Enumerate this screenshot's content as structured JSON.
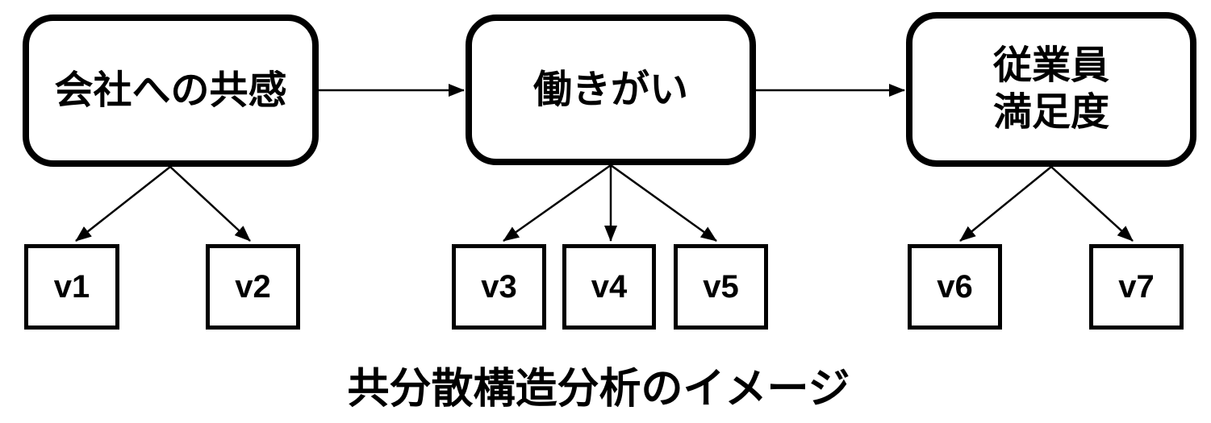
{
  "diagram": {
    "caption": "共分散構造分析のイメージ",
    "latent_nodes": [
      {
        "id": "company-empathy",
        "label": "会社への共感"
      },
      {
        "id": "work-motivation",
        "label": "働きがい"
      },
      {
        "id": "employee-satisfaction",
        "label": "従業員\n満足度"
      }
    ],
    "observed_nodes": [
      {
        "id": "v1",
        "label": "v1"
      },
      {
        "id": "v2",
        "label": "v2"
      },
      {
        "id": "v3",
        "label": "v3"
      },
      {
        "id": "v4",
        "label": "v4"
      },
      {
        "id": "v5",
        "label": "v5"
      },
      {
        "id": "v6",
        "label": "v6"
      },
      {
        "id": "v7",
        "label": "v7"
      }
    ],
    "edges": [
      {
        "from": "会社への共感",
        "to": "働きがい"
      },
      {
        "from": "働きがい",
        "to": "従業員満足度"
      },
      {
        "from": "会社への共感",
        "to": "v1"
      },
      {
        "from": "会社への共感",
        "to": "v2"
      },
      {
        "from": "働きがい",
        "to": "v3"
      },
      {
        "from": "働きがい",
        "to": "v4"
      },
      {
        "from": "働きがい",
        "to": "v5"
      },
      {
        "from": "従業員満足度",
        "to": "v6"
      },
      {
        "from": "従業員満足度",
        "to": "v7"
      }
    ],
    "colors": {
      "stroke": "#000000",
      "background": "#ffffff"
    }
  }
}
